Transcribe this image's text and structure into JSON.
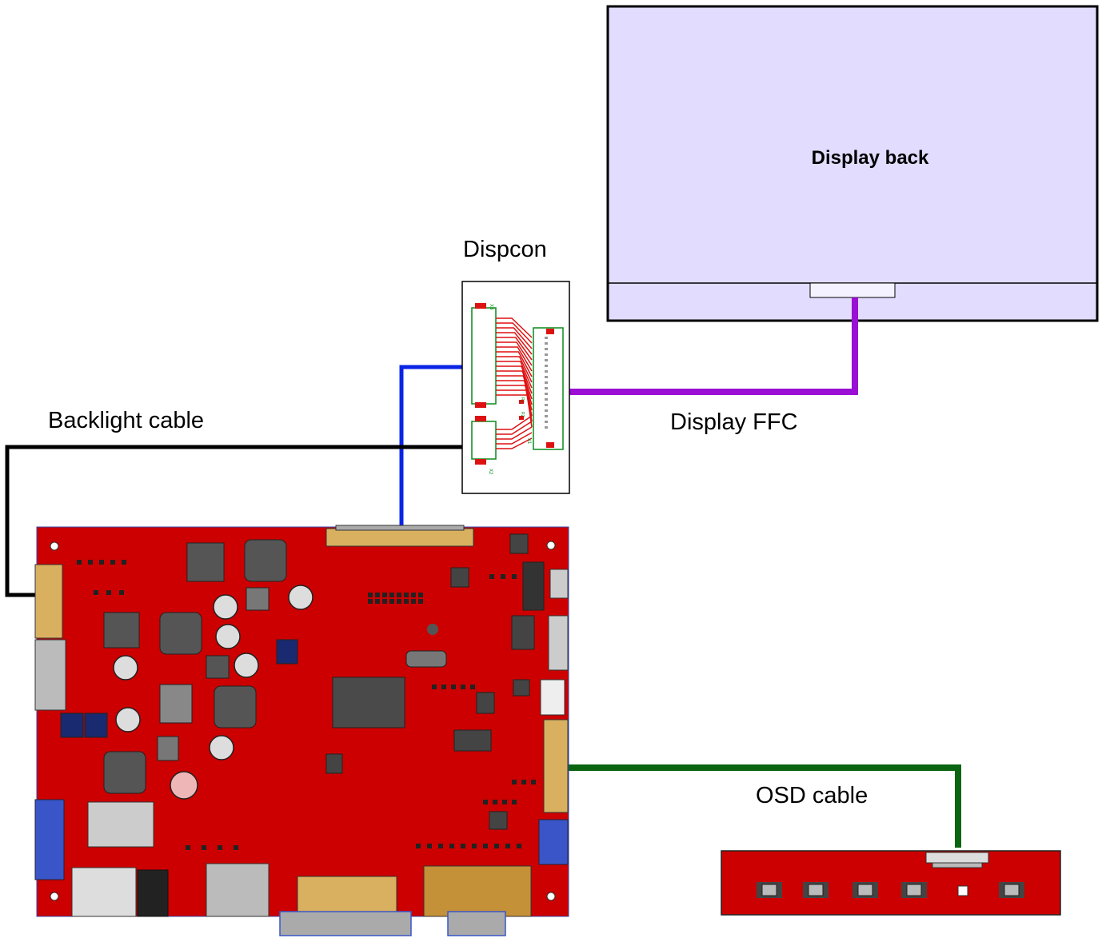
{
  "display": {
    "title": "Display back"
  },
  "labels": {
    "dispcon": "Dispcon",
    "backlight_cable": "Backlight cable",
    "display_ffc": "Display FFC",
    "osd_cable": "OSD cable"
  },
  "dispcon_board": {
    "ref_x3": "X3",
    "ref_x2": "X2",
    "ref_x1": "X1",
    "ref_r1": "R1",
    "ref_r2": "R2"
  },
  "colors": {
    "display_fill": "#e2dcff",
    "pcb_red": "#cc0000",
    "cable_black": "#000000",
    "cable_blue": "#0a24e6",
    "cable_purple": "#9a0fd4",
    "cable_green": "#0a6410",
    "trace_red": "#dd1111",
    "outline_green": "#0a8a1a"
  }
}
